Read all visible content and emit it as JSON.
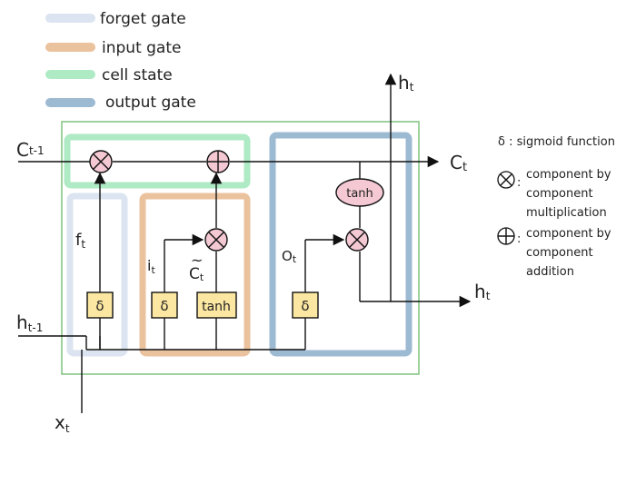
{
  "legend": {
    "items": [
      {
        "label": "forget gate",
        "color": "#dbe4f0"
      },
      {
        "label": "input gate",
        "color": "#ebc29e"
      },
      {
        "label": "cell state",
        "color": "#aeeac4"
      },
      {
        "label": "output gate",
        "color": "#9dbad3"
      }
    ]
  },
  "labels": {
    "c_prev": {
      "main": "C",
      "sub": "t-1"
    },
    "c_next": {
      "main": "C",
      "sub": "t"
    },
    "h_prev": {
      "main": "h",
      "sub": "t-1"
    },
    "h_up": {
      "main": "h",
      "sub": "t"
    },
    "h_out": {
      "main": "h",
      "sub": "t"
    },
    "x_in": {
      "main": "x",
      "sub": "t"
    },
    "f_t": {
      "main": "f",
      "sub": "t"
    },
    "i_t": {
      "main": "i",
      "sub": "t"
    },
    "c_tilde": {
      "main": "C",
      "sub": "t",
      "tilde": "~"
    },
    "o_t": {
      "main": "O",
      "sub": "t"
    }
  },
  "nodes": {
    "sigma_forget": "δ",
    "sigma_input": "δ",
    "tanh_input": "tanh",
    "sigma_output": "δ",
    "tanh_output": "tanh",
    "multiply_symbol": "⊗",
    "add_symbol": "⊕"
  },
  "key": {
    "sigmoid": "δ : sigmoid function",
    "multiply": [
      "component by",
      "component",
      "multiplication"
    ],
    "multiply_prefix": ":",
    "add": [
      "component by",
      "component",
      "addition"
    ],
    "add_prefix": ":"
  },
  "colors": {
    "frame": "#7ec47e",
    "node_fill": "#fbe7a1",
    "tanh_oval_fill": "#f4c9d3",
    "mult_fill": "#f4c9d3",
    "line": "#111111"
  }
}
